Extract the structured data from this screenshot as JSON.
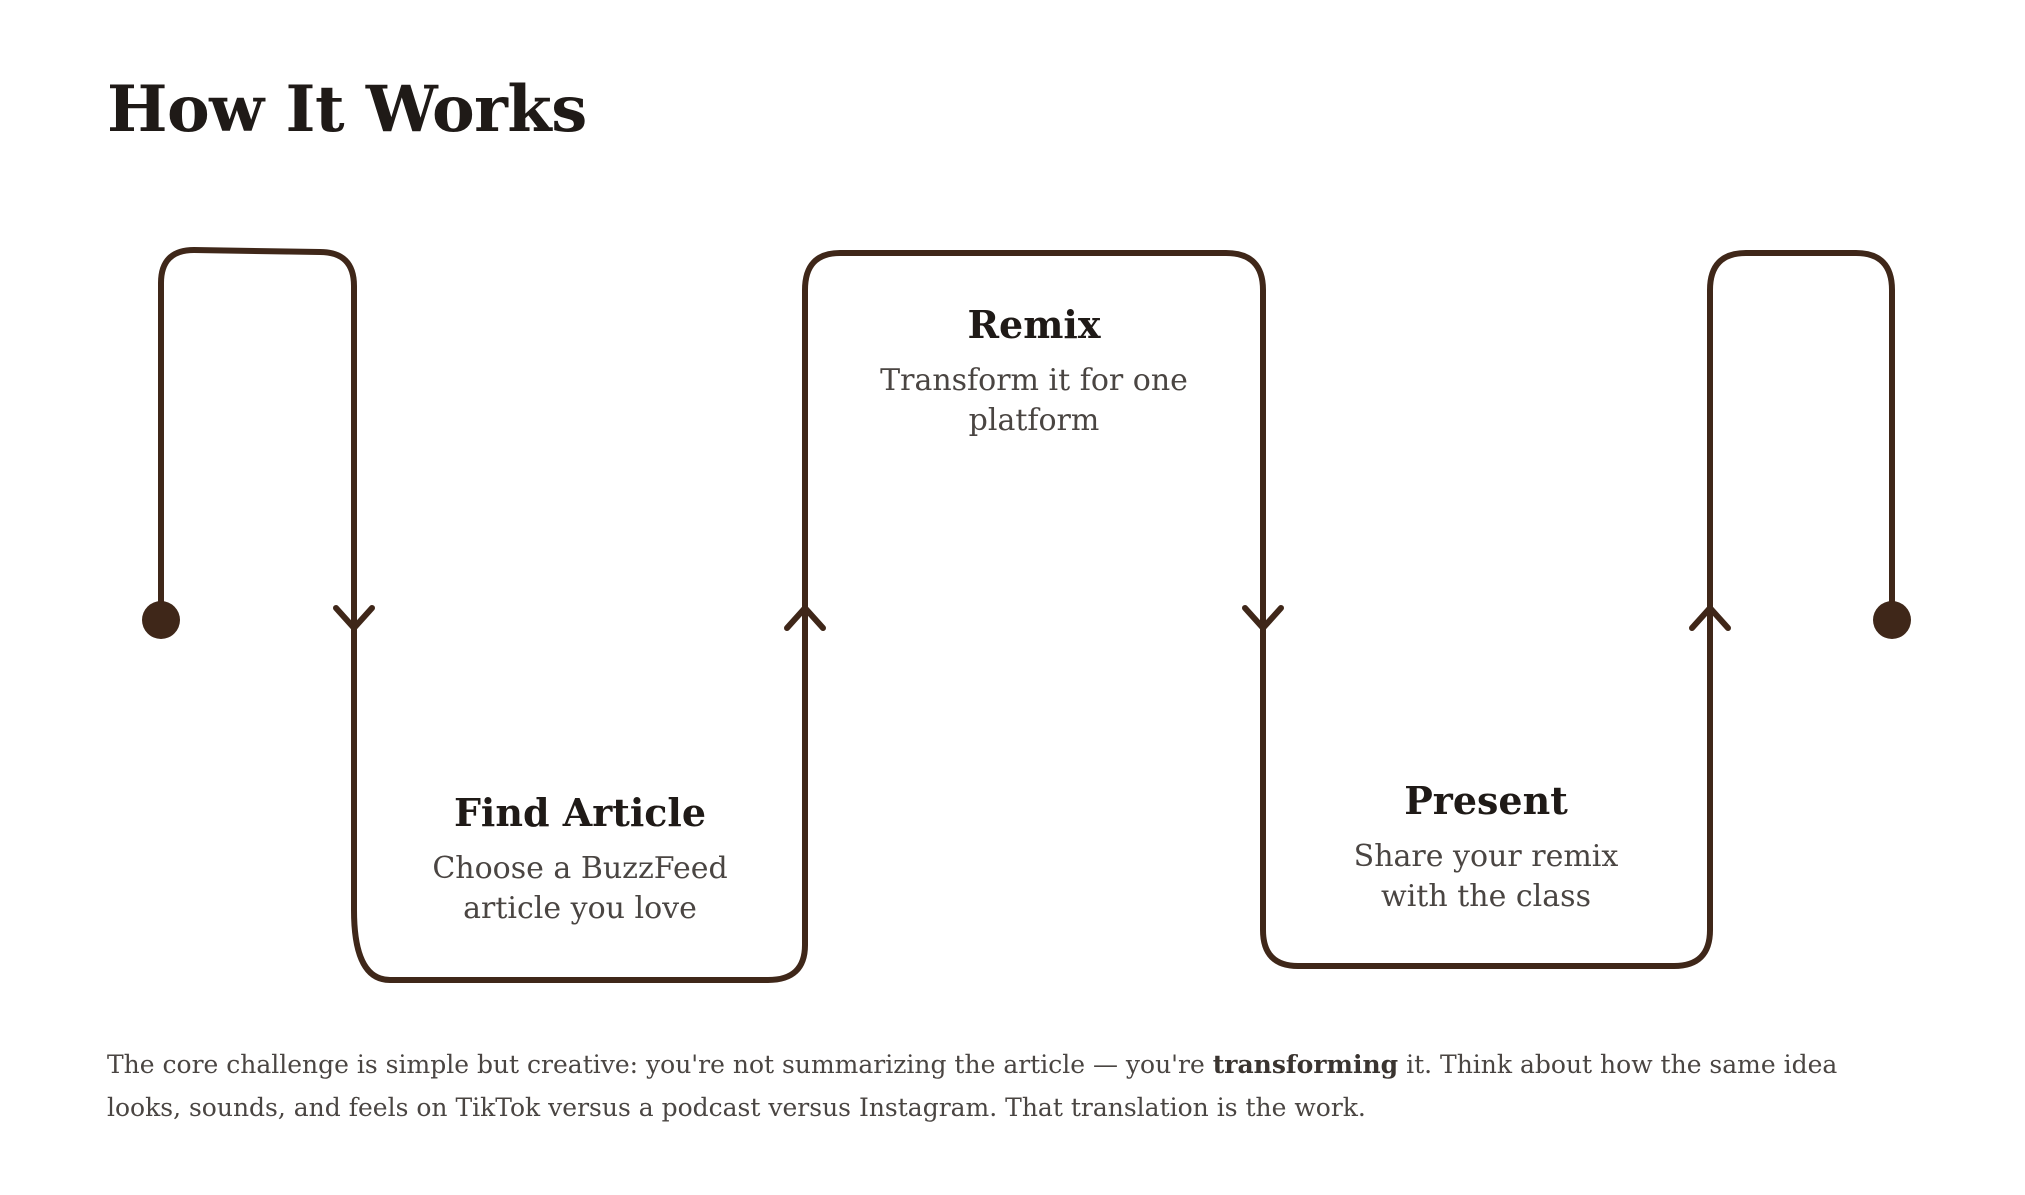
{
  "title": "How It Works",
  "colors": {
    "line": "#3f2719",
    "title": "#1f1a17",
    "body_text": "#4a4542"
  },
  "steps": [
    {
      "title": "Find Article",
      "description": "Choose a BuzzFeed article you love"
    },
    {
      "title": "Remix",
      "description": "Transform it for one platform"
    },
    {
      "title": "Present",
      "description": "Share your remix with the class"
    }
  ],
  "description": {
    "before": "The core challenge is simple but creative: you're not summarizing the article — you're ",
    "emphasis": "transforming",
    "after": " it. Think about how the same idea looks, sounds, and feels on TikTok versus a podcast versus Instagram. That translation is the work."
  }
}
